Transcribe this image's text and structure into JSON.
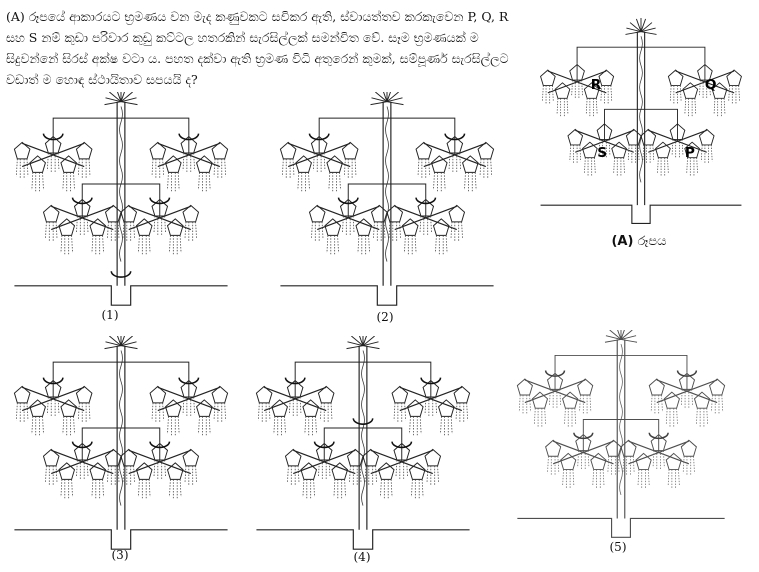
{
  "question": {
    "text": "(A) රූපයේ ආකාරයට භ්‍රමණය වන මැද කණුවකට සවිකර ඇති, ස්වායත්තව කරකැවෙන P, Q, R සහ S නම් කුඩා පරිවාර කුඩු කට්ටල හතරකින් සැරසිල්ලක් සමන්විත වේ. සෑම භ්‍රමණයක් ම සිදුවන්නේ සිරස් අක්ෂ වටා ය. පහත දක්වා ඇති භ්‍රමණ විධි අතුරෙන් කුමක්, සම්පූර්ණ සැරසිල්ලට වඩාත් ම හොඳ ස්ථායිතාව සපයයි ද?"
  },
  "reference_figure": {
    "caption_letter": "(A)",
    "caption_word": "රූපය",
    "labels": {
      "R": "R",
      "Q": "Q",
      "S": "S",
      "P": "P"
    }
  },
  "options": [
    {
      "label": "(1)"
    },
    {
      "label": "(2)"
    },
    {
      "label": "(3)"
    },
    {
      "label": "(4)"
    },
    {
      "label": "(5)"
    }
  ]
}
